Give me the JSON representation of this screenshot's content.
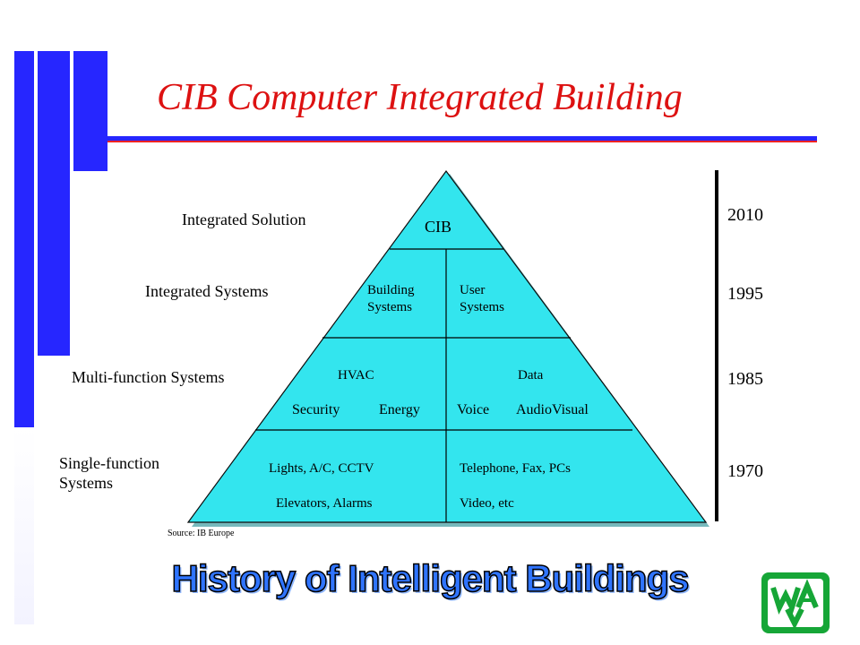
{
  "slide": {
    "title": "CIB Computer Integrated Building",
    "footer_title": "History of Intelligent Buildings",
    "source": "Source: IB Europe"
  },
  "colors": {
    "title_red": "#dd1111",
    "accent_blue": "#2626ff",
    "pyramid_fill": "#33e5ee",
    "footer_blue": "#2f74ff",
    "logo_green": "#16a637"
  },
  "levels": [
    {
      "label": "Integrated Solution"
    },
    {
      "label": "Integrated Systems"
    },
    {
      "label": "Multi-function Systems"
    },
    {
      "label": "Single-function Systems"
    }
  ],
  "pyramid": {
    "top": "CIB",
    "level2": {
      "left": "Building Systems",
      "right": "User Systems"
    },
    "level3": {
      "left_top": "HVAC",
      "left_bottom_a": "Security",
      "left_bottom_b": "Energy",
      "right_top": "Data",
      "right_bottom_a": "Voice",
      "right_bottom_b": "AudioVisual"
    },
    "level4": {
      "left_line1": "Lights, A/C, CCTV",
      "left_line2": "Elevators, Alarms",
      "right_line1": "Telephone, Fax, PCs",
      "right_line2": "Video, etc"
    }
  },
  "timeline": {
    "years": [
      "2010",
      "1995",
      "1985",
      "1970"
    ]
  },
  "logo": {
    "name": "green-square-logo-icon",
    "text": "WAV"
  }
}
